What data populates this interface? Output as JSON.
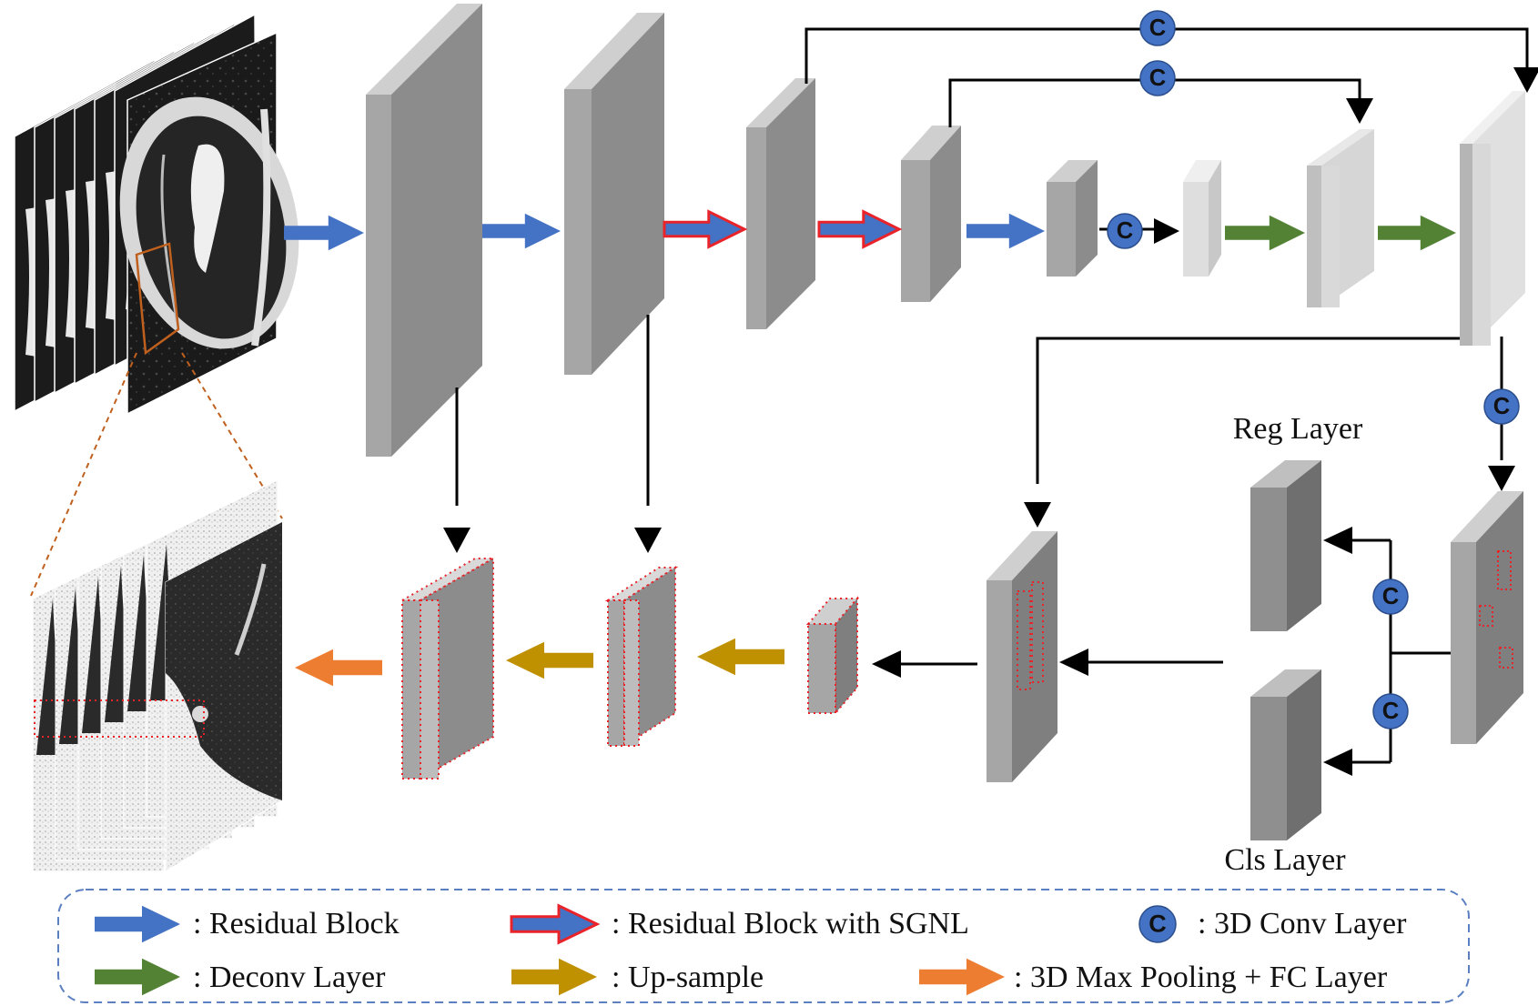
{
  "labels": {
    "reg_layer": "Reg Layer",
    "cls_layer": "Cls Layer",
    "conv_glyph": "C"
  },
  "legend": {
    "items": [
      {
        "icon": "blue-arrow-icon",
        "text": ": Residual Block"
      },
      {
        "icon": "red-outlined-blue-arrow-icon",
        "text": ": Residual Block with SGNL"
      },
      {
        "icon": "conv-circle-icon",
        "text": ": 3D Conv Layer"
      },
      {
        "icon": "green-arrow-icon",
        "text": ": Deconv Layer"
      },
      {
        "icon": "gold-arrow-icon",
        "text": ": Up-sample"
      },
      {
        "icon": "orange-arrow-icon",
        "text": ": 3D Max Pooling + FC Layer"
      }
    ]
  },
  "colors": {
    "residual": "#4472C4",
    "sgnl_outline": "#E8232A",
    "deconv": "#548235",
    "upsample": "#BF9000",
    "pool_fc": "#ED7D31",
    "conv_circle": "#4472C4",
    "legend_border": "#5B7FC0",
    "crop_guide": "#C0601E"
  }
}
